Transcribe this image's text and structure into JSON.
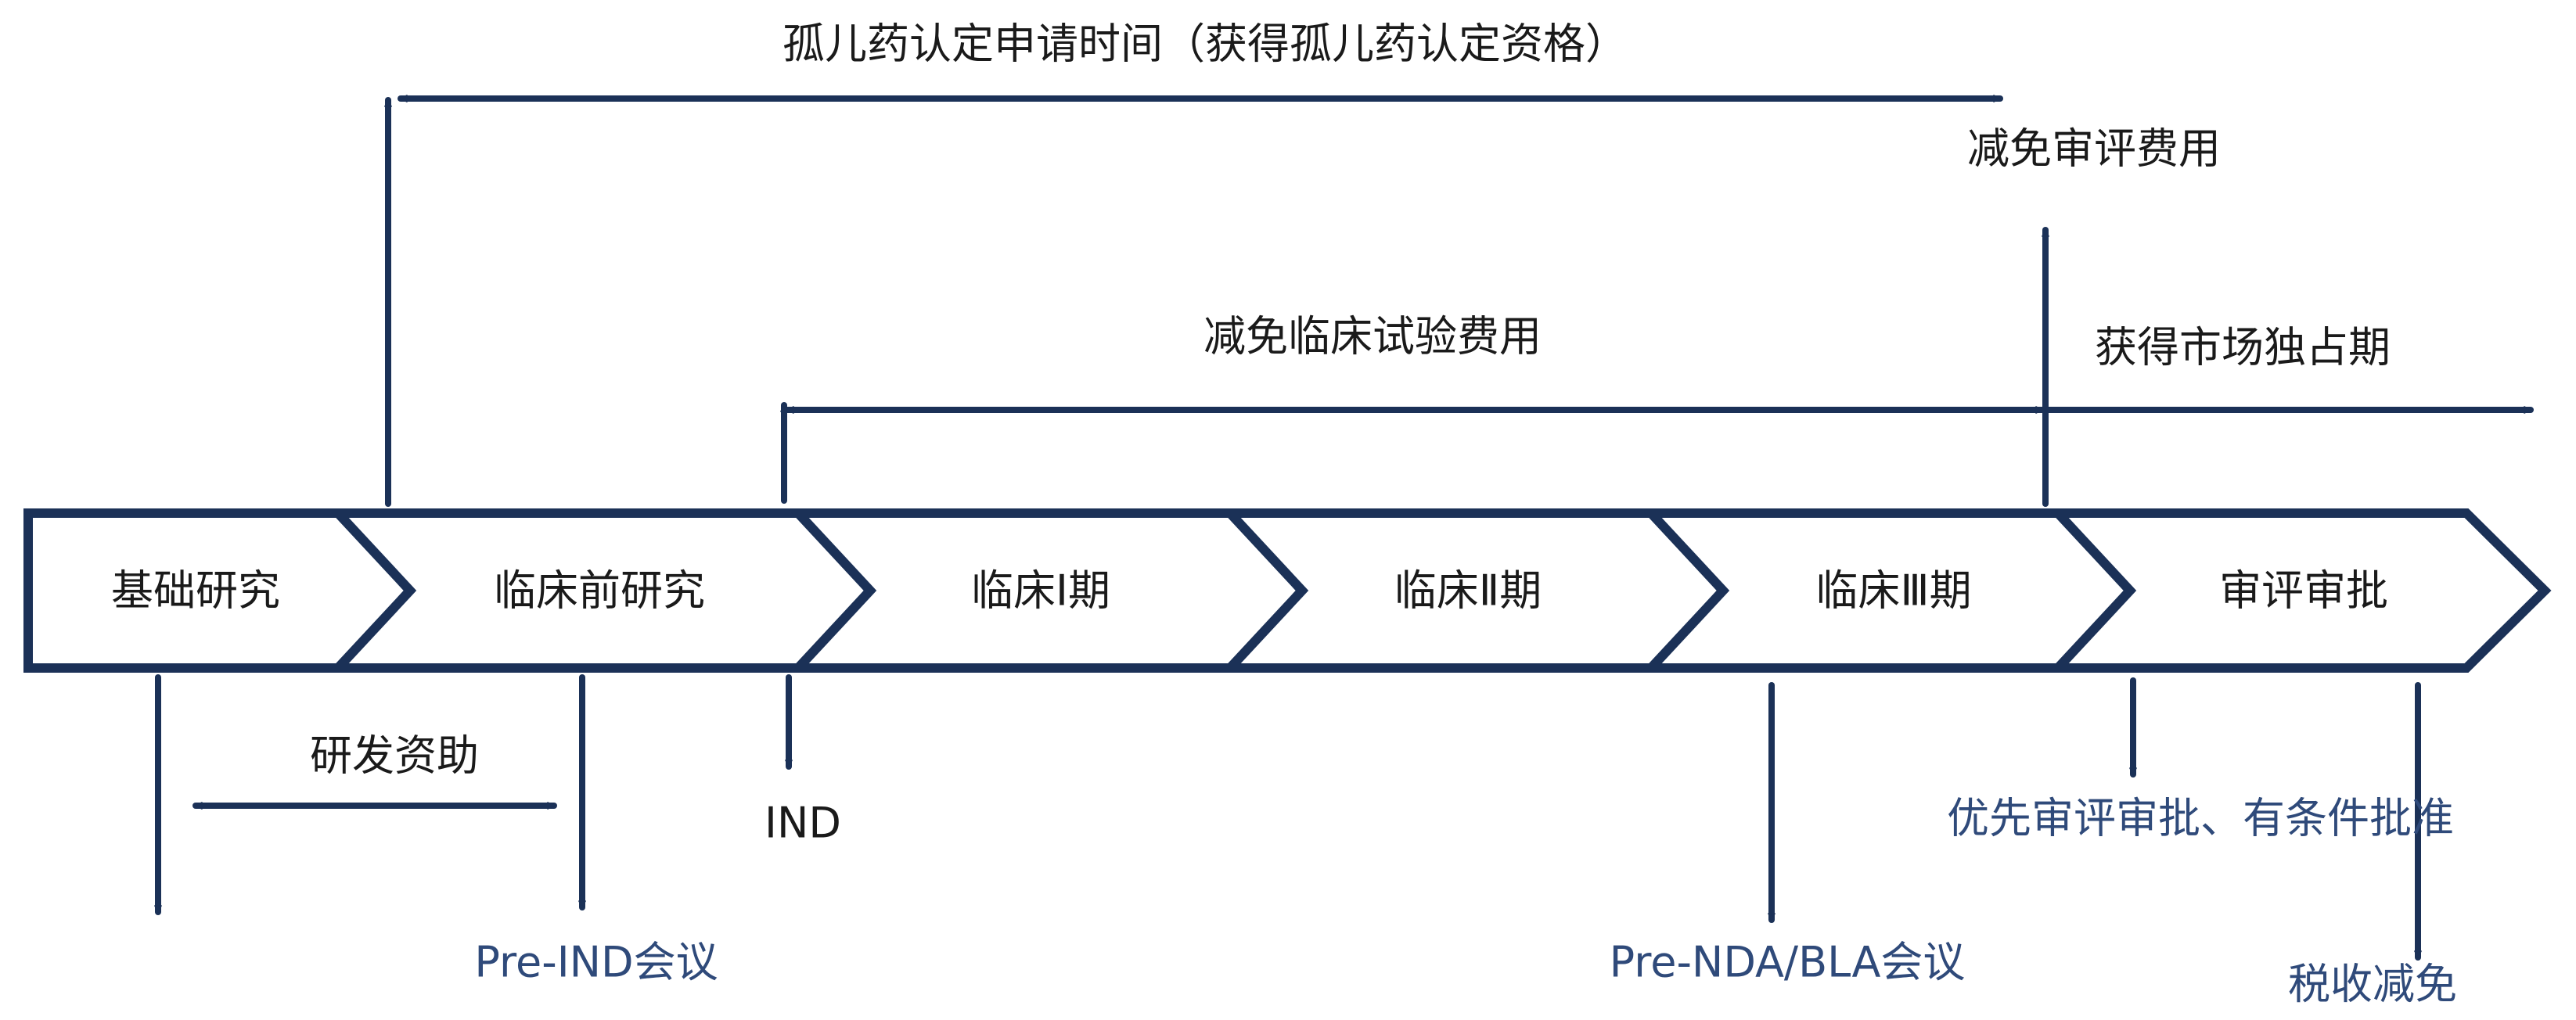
{
  "colors": {
    "navy": "#1b3157",
    "label_dark": "#1a1a1a",
    "label_blue": "#2f4a7a",
    "chevron_fill": "#ffffff"
  },
  "stages": [
    {
      "label": "基础研究"
    },
    {
      "label": "临床前研究"
    },
    {
      "label": "临床Ⅰ期"
    },
    {
      "label": "临床Ⅱ期"
    },
    {
      "label": "临床Ⅲ期"
    },
    {
      "label": "审评审批"
    }
  ],
  "annotations": {
    "orphan_designation": "孤儿药认定申请时间（获得孤儿药认定资格）",
    "review_fee_waiver": "减免审评费用",
    "clinical_trial_fee_waiver": "减免临床试验费用",
    "market_exclusivity": "获得市场独占期",
    "rd_funding": "研发资助",
    "ind": "IND",
    "pre_ind_meeting": "Pre-IND会议",
    "pre_nda_bla_meeting": "Pre-NDA/BLA会议",
    "priority_review": "优先审评审批、有条件批准",
    "tax_relief": "税收减免"
  }
}
